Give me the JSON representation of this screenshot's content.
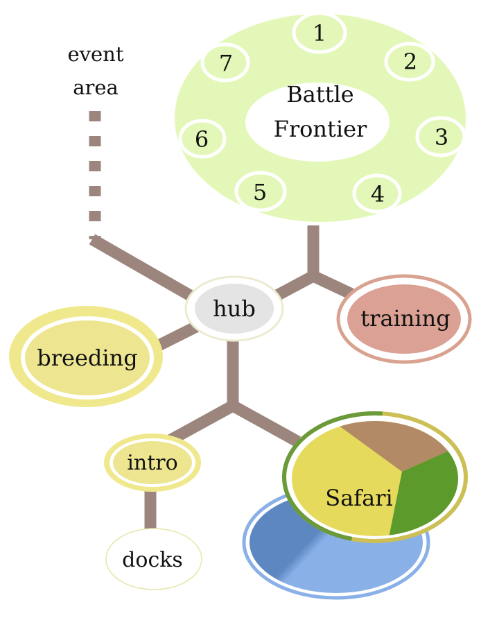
{
  "colors": {
    "path": "#9b857d",
    "frontier_fill": "#e3f8b8",
    "frontier_inner": "#ffffff",
    "hub_fill": "#e4e4e4",
    "hub_ring": "#f3f3d6",
    "training_fill": "#dba195",
    "training_ring": "#d9a290",
    "breeding_fill": "#ede58f",
    "breeding_ring": "#efe88c",
    "intro_fill": "#ede58f",
    "docks_ring": "#e6e6a8",
    "safari_yellow": "#e6da5c",
    "safari_brown": "#b38a66",
    "safari_green": "#5d9a2c",
    "safari_water": "#8ab0e8",
    "safari_water_dark": "#5d87c0"
  },
  "labels": {
    "event_area_line1": "event",
    "event_area_line2": "area",
    "frontier_line1": "Battle",
    "frontier_line2": "Frontier",
    "hub": "hub",
    "training": "training",
    "breeding": "breeding",
    "intro": "intro",
    "docks": "docks",
    "safari": "Safari"
  },
  "frontier_facilities": [
    "1",
    "2",
    "3",
    "4",
    "5",
    "6",
    "7"
  ]
}
